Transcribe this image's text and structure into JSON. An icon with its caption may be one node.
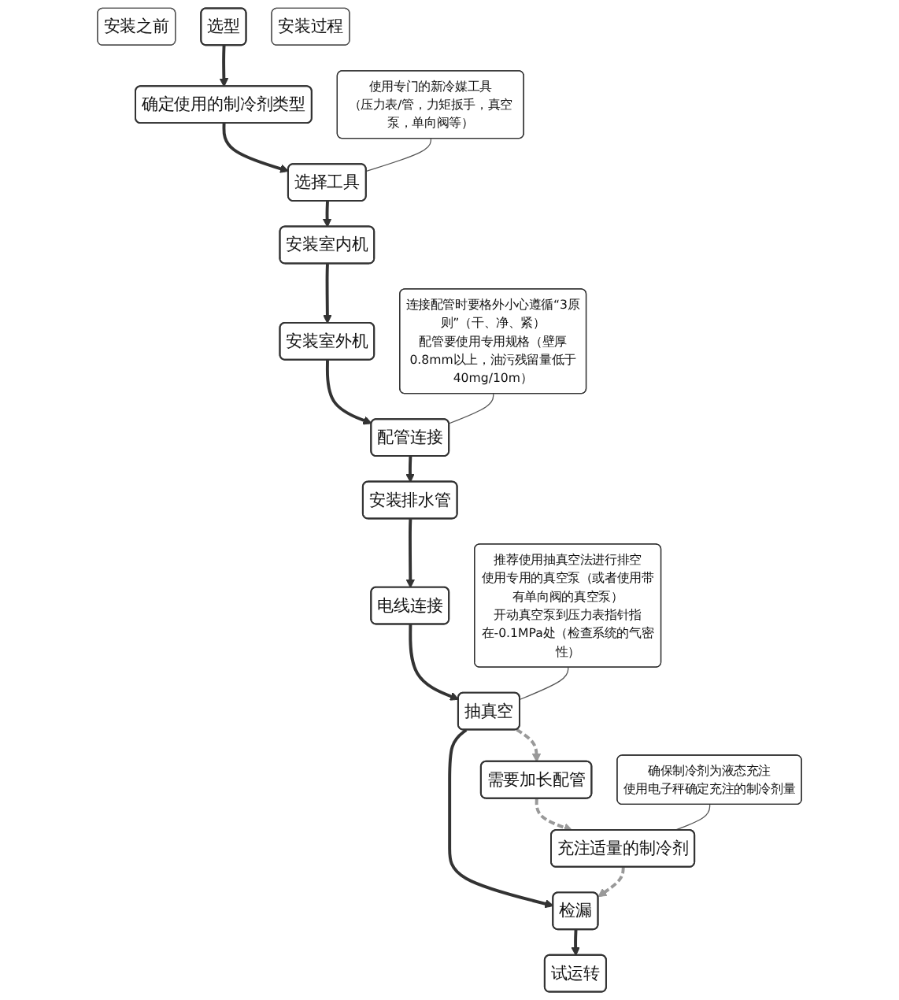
{
  "diagram": {
    "nodes": [
      {
        "text": [
          "安装之前"
        ]
      },
      {
        "text": [
          "选型"
        ]
      },
      {
        "text": [
          "确定使用的制冷剂类型"
        ]
      },
      {
        "text": [
          "选择工具"
        ]
      },
      {
        "text": [
          "使用专门的新冷媒工具",
          "（压力表/管，力矩扳手，真空泵，单向阀等）"
        ]
      },
      {
        "text": [
          "安装过程"
        ]
      },
      {
        "text": [
          "安装室内机"
        ]
      },
      {
        "text": [
          "安装室外机"
        ]
      },
      {
        "text": [
          "配管连接"
        ]
      },
      {
        "text": [
          "连接配管时要格外小心遵循“3原则”（干、净、紧）",
          "配管要使用专用规格（壁厚0.8mm以上，油污残留量低于40mg/10m）"
        ]
      },
      {
        "text": [
          "安装排水管"
        ]
      },
      {
        "text": [
          "电线连接"
        ]
      },
      {
        "text": [
          "抽真空"
        ]
      },
      {
        "text": [
          "推荐使用抽真空法进行排空",
          "使用专用的真空泵（或者使用带有单向阀的真空泵）",
          "开动真空泵到压力表指针指在-0.1MPa处（检查系统的气密性）"
        ]
      },
      {
        "text": [
          "需要加长配管"
        ]
      },
      {
        "text": [
          "充注适量的制冷剂"
        ]
      },
      {
        "text": [
          "确保制冷剂为液态充注",
          "使用电子秤确定充注的制冷剂量"
        ]
      },
      {
        "text": [
          "检漏"
        ]
      },
      {
        "text": [
          "试运转"
        ]
      }
    ],
    "edges": [
      {
        "from": 1,
        "to": 2,
        "arrow": "to"
      },
      {
        "from": 2,
        "to": 3,
        "arrow": "to"
      },
      {
        "from": 4,
        "to": 3,
        "arrow": "none"
      },
      {
        "from": 3,
        "to": 6,
        "arrow": "to"
      },
      {
        "from": 6,
        "to": 7,
        "arrow": "to"
      },
      {
        "from": 7,
        "to": 8,
        "arrow": "to"
      },
      {
        "from": 9,
        "to": 8,
        "arrow": "none"
      },
      {
        "from": 8,
        "to": 10,
        "arrow": "to"
      },
      {
        "from": 10,
        "to": 11,
        "arrow": "to"
      },
      {
        "from": 11,
        "to": 12,
        "arrow": "to"
      },
      {
        "from": 13,
        "to": 12,
        "arrow": "none"
      },
      {
        "from": 12,
        "to": 17,
        "arrow": "to"
      },
      {
        "from": 12,
        "to": 14,
        "arrow": "to",
        "style": "dashed",
        "color": "#999999"
      },
      {
        "from": 14,
        "to": 15,
        "arrow": "to",
        "style": "dashed",
        "color": "#999999"
      },
      {
        "from": 16,
        "to": 15,
        "arrow": "none"
      },
      {
        "from": 15,
        "to": 17,
        "arrow": "to",
        "style": "dashed",
        "color": "#999999"
      },
      {
        "from": 17,
        "to": 18,
        "arrow": "to"
      }
    ]
  }
}
